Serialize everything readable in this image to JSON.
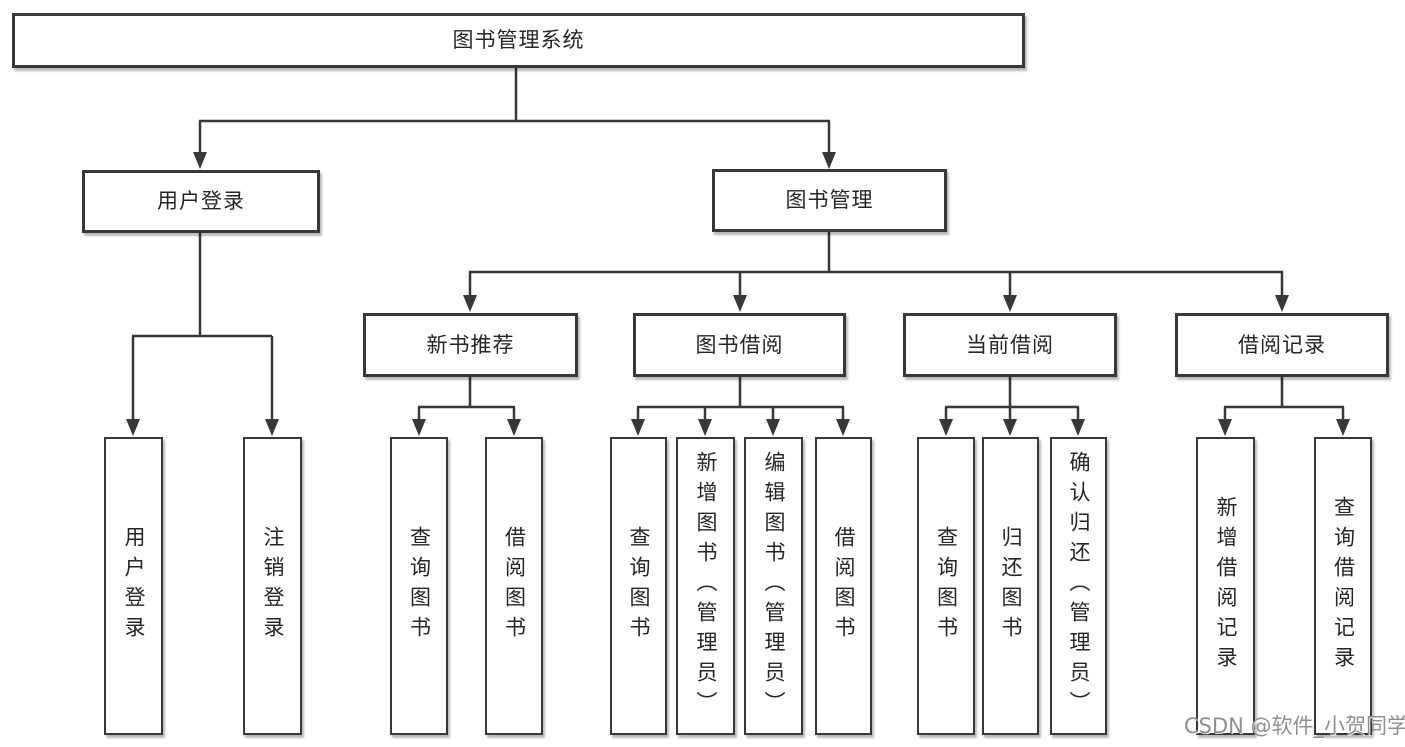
{
  "tree": {
    "root": {
      "label": "图书管理系统"
    },
    "branches": [
      {
        "label": "用户登录",
        "children": [
          {
            "label": "用户登录"
          },
          {
            "label": "注销登录"
          }
        ]
      },
      {
        "label": "图书管理",
        "children": [
          {
            "label": "新书推荐",
            "children": [
              {
                "label": "查询图书"
              },
              {
                "label": "借阅图书"
              }
            ]
          },
          {
            "label": "图书借阅",
            "children": [
              {
                "label": "查询图书"
              },
              {
                "label": "新增图书（管理员）"
              },
              {
                "label": "编辑图书（管理员）"
              },
              {
                "label": "借阅图书"
              }
            ]
          },
          {
            "label": "当前借阅",
            "children": [
              {
                "label": "查询图书"
              },
              {
                "label": "归还图书"
              },
              {
                "label": "确认归还（管理员）"
              }
            ]
          },
          {
            "label": "借阅记录",
            "children": [
              {
                "label": "新增借阅记录"
              },
              {
                "label": "查询借阅记录"
              }
            ]
          }
        ]
      }
    ]
  },
  "watermark": {
    "text": "CSDN @软件_小贺同学"
  },
  "colors": {
    "line": "#383838",
    "text": "#262626",
    "watermark": "#8f8f8f",
    "background": "#ffffff"
  }
}
